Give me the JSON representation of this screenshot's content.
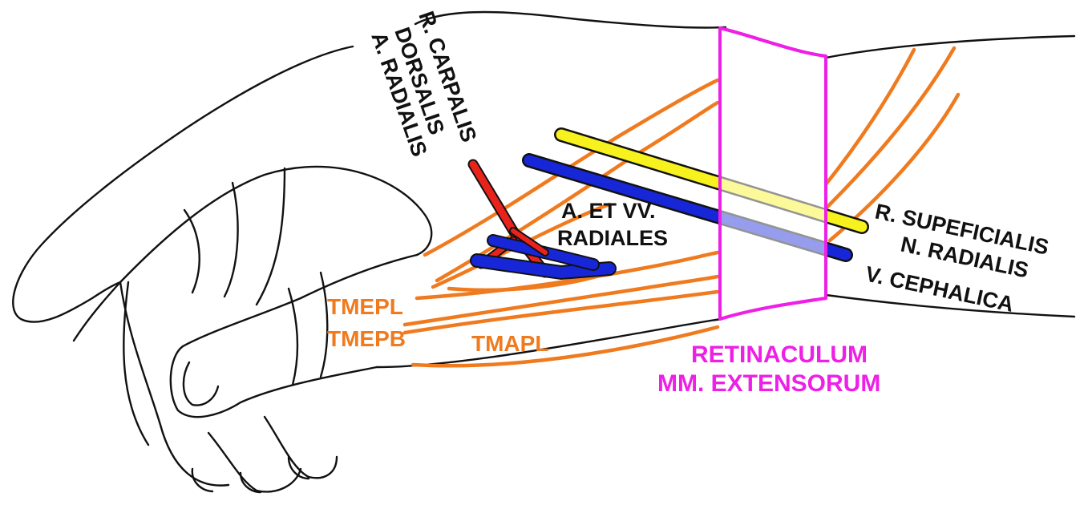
{
  "labels": {
    "r_carpalis": "R. CARPALIS",
    "dorsalis": "DORSALIS",
    "a_radialis": "A. RADIALIS",
    "a_et_vv": "A. ET VV.",
    "radiales": "RADIALES",
    "r_supeficialis": "R. SUPEFICIALIS",
    "n_radialis": "N. RADIALIS",
    "v_cephalica": "V. CEPHALICA",
    "tmepl": "TMEPL",
    "tmepb": "TMEPB",
    "tmapl": "TMAPL",
    "retinaculum": "RETINACULUM",
    "mm_extensorum": "MM. EXTENSORUM"
  },
  "colors": {
    "outline": "#111111",
    "tendon": "#f07a1e",
    "artery": "#e8231c",
    "vein": "#1726d6",
    "nerve": "#f7f21d",
    "retinaculum": "#ee1fe6"
  }
}
